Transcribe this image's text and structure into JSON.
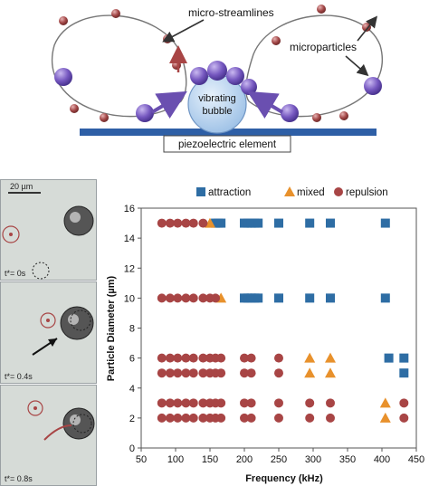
{
  "schematic": {
    "label_streamlines": "micro-streamlines",
    "label_microparticles": "microparticles",
    "label_bubble_line1": "vibrating",
    "label_bubble_line2": "bubble",
    "label_piezo": "piezoelectric element"
  },
  "panels": {
    "scale": "20 µm",
    "times": [
      "t*= 0s",
      "t*= 0.4s",
      "t*= 0.8s"
    ]
  },
  "colors": {
    "attraction": "#2e6da4",
    "mixed": "#e8912c",
    "repulsion": "#a84545",
    "particle_purple": "#6a4fb0",
    "particle_red": "#9c4040",
    "bubble": "#b9d3ee",
    "piezo": "#2e5fa6"
  },
  "chart_data": {
    "type": "scatter",
    "xlabel": "Frequency (kHz)",
    "ylabel": "Particle Diameter (µm)",
    "xlim": [
      50,
      450
    ],
    "ylim": [
      0,
      16
    ],
    "xticks": [
      50,
      100,
      150,
      200,
      250,
      300,
      350,
      400,
      450
    ],
    "yticks": [
      0,
      2,
      4,
      6,
      8,
      10,
      12,
      14,
      16
    ],
    "grid": false,
    "legend_position": "top",
    "series": [
      {
        "name": "attraction",
        "marker": "square",
        "points": [
          [
            158,
            15
          ],
          [
            162,
            15
          ],
          [
            166,
            15
          ],
          [
            200,
            15
          ],
          [
            205,
            15
          ],
          [
            210,
            15
          ],
          [
            215,
            15
          ],
          [
            220,
            15
          ],
          [
            250,
            15
          ],
          [
            295,
            15
          ],
          [
            325,
            15
          ],
          [
            405,
            15
          ],
          [
            200,
            10
          ],
          [
            205,
            10
          ],
          [
            210,
            10
          ],
          [
            215,
            10
          ],
          [
            220,
            10
          ],
          [
            250,
            10
          ],
          [
            295,
            10
          ],
          [
            325,
            10
          ],
          [
            405,
            10
          ],
          [
            410,
            6
          ],
          [
            432,
            6
          ],
          [
            432,
            5
          ]
        ]
      },
      {
        "name": "mixed",
        "marker": "triangle",
        "points": [
          [
            150,
            15
          ],
          [
            166,
            10
          ],
          [
            295,
            6
          ],
          [
            325,
            6
          ],
          [
            295,
            5
          ],
          [
            325,
            5
          ],
          [
            405,
            3
          ],
          [
            405,
            2
          ]
        ]
      },
      {
        "name": "repulsion",
        "marker": "circle",
        "points": [
          [
            80,
            15
          ],
          [
            92,
            15
          ],
          [
            103,
            15
          ],
          [
            115,
            15
          ],
          [
            126,
            15
          ],
          [
            140,
            15
          ],
          [
            80,
            10
          ],
          [
            92,
            10
          ],
          [
            103,
            10
          ],
          [
            115,
            10
          ],
          [
            126,
            10
          ],
          [
            140,
            10
          ],
          [
            150,
            10
          ],
          [
            158,
            10
          ],
          [
            80,
            6
          ],
          [
            92,
            6
          ],
          [
            103,
            6
          ],
          [
            115,
            6
          ],
          [
            126,
            6
          ],
          [
            140,
            6
          ],
          [
            150,
            6
          ],
          [
            158,
            6
          ],
          [
            166,
            6
          ],
          [
            200,
            6
          ],
          [
            210,
            6
          ],
          [
            250,
            6
          ],
          [
            80,
            5
          ],
          [
            92,
            5
          ],
          [
            103,
            5
          ],
          [
            115,
            5
          ],
          [
            126,
            5
          ],
          [
            140,
            5
          ],
          [
            150,
            5
          ],
          [
            158,
            5
          ],
          [
            166,
            5
          ],
          [
            200,
            5
          ],
          [
            210,
            5
          ],
          [
            250,
            5
          ],
          [
            80,
            3
          ],
          [
            92,
            3
          ],
          [
            103,
            3
          ],
          [
            115,
            3
          ],
          [
            126,
            3
          ],
          [
            140,
            3
          ],
          [
            150,
            3
          ],
          [
            158,
            3
          ],
          [
            166,
            3
          ],
          [
            200,
            3
          ],
          [
            210,
            3
          ],
          [
            250,
            3
          ],
          [
            295,
            3
          ],
          [
            325,
            3
          ],
          [
            432,
            3
          ],
          [
            80,
            2
          ],
          [
            92,
            2
          ],
          [
            103,
            2
          ],
          [
            115,
            2
          ],
          [
            126,
            2
          ],
          [
            140,
            2
          ],
          [
            150,
            2
          ],
          [
            158,
            2
          ],
          [
            166,
            2
          ],
          [
            200,
            2
          ],
          [
            210,
            2
          ],
          [
            250,
            2
          ],
          [
            295,
            2
          ],
          [
            325,
            2
          ],
          [
            432,
            2
          ]
        ]
      }
    ]
  }
}
